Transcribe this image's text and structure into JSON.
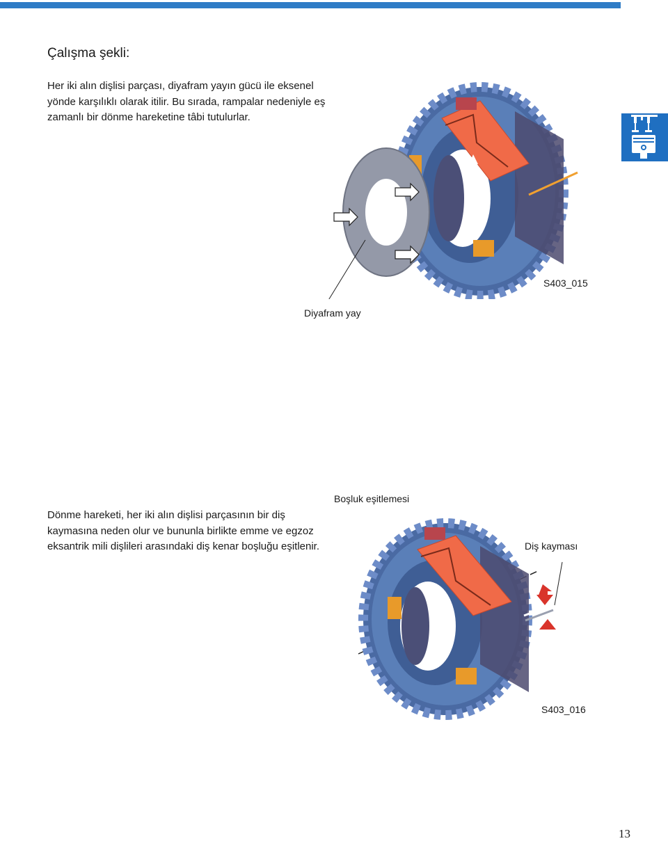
{
  "page": {
    "heading": "Çalışma şekli:",
    "paragraph1": "Her iki alın dişlisi parçası, diyafram yayın gücü ile eksenel yönde karşılıklı olarak itilir. Bu sırada, rampalar  nedeniyle eş zamanlı bir dönme hareketine tâbi tutulurlar.",
    "paragraph2": "Dönme hareketi, her iki alın dişlisi parçasının bir diş kaymasına neden olur ve bununla birlikte emme ve egzoz eksantrik mili dişlileri arasındaki diş kenar boşluğu eşitlenir.",
    "page_number": "13"
  },
  "figure1": {
    "code": "S403_015",
    "label_spring": "Diyafram yay"
  },
  "figure2": {
    "code": "S403_016",
    "label_clearance": "Boşluk eşitlemesi",
    "label_shift": "Diş kayması"
  },
  "colors": {
    "accent_blue": "#2f7cc6",
    "gear_blue": "#5a7fb8",
    "ramp_orange": "#f06a48",
    "lug_orange": "#e89a2a",
    "arrow_red": "#d9342b"
  },
  "icons": {
    "side_tab": "engine-valve-piston-icon"
  }
}
